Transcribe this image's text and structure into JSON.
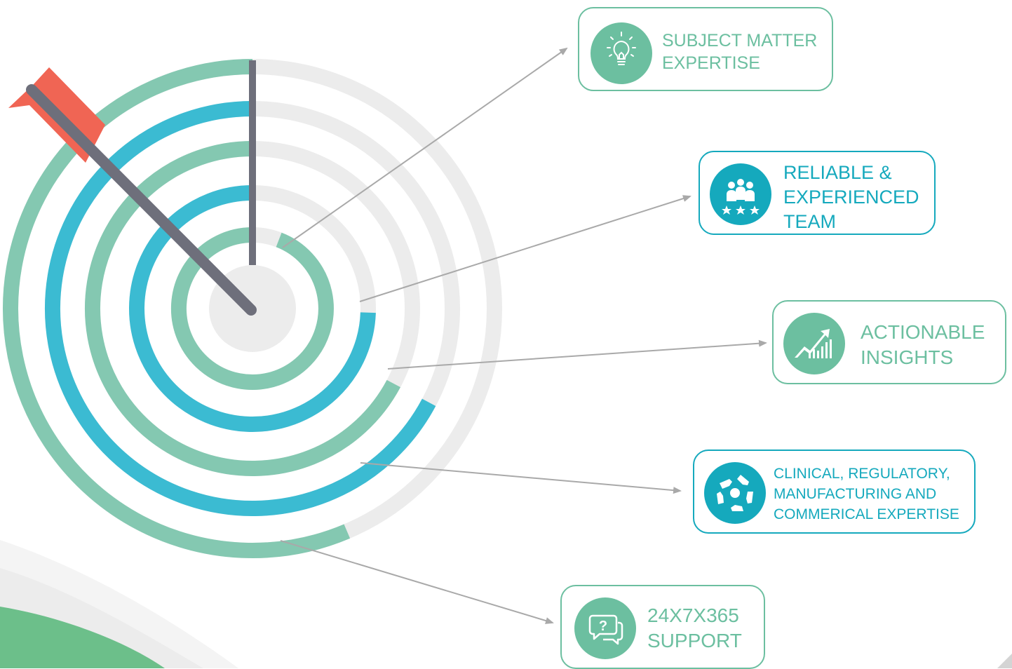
{
  "colors": {
    "green": "#6cbfa0",
    "blue": "#15a9bd",
    "ring_green": "#84c8b1",
    "ring_blue": "#3bbbd2",
    "ring_gray": "#ececec",
    "arrow_shaft": "#6e6f7b",
    "arrow_fletch": "#f06554",
    "connector": "#a9a9a9"
  },
  "cards": [
    {
      "lines": [
        "SUBJECT MATTER",
        "EXPERTISE"
      ],
      "icon": "lightbulb-icon",
      "style": "green"
    },
    {
      "lines": [
        "RELIABLE &",
        "EXPERIENCED",
        "TEAM"
      ],
      "icon": "team-icon",
      "style": "blue"
    },
    {
      "lines": [
        "ACTIONABLE",
        "INSIGHTS"
      ],
      "icon": "growth-chart-icon",
      "style": "green"
    },
    {
      "lines": [
        "CLINICAL, REGULATORY,",
        "MANUFACTURING AND",
        "COMMERICAL EXPERTISE"
      ],
      "icon": "hands-circle-icon",
      "style": "blue"
    },
    {
      "lines": [
        "24x7x365",
        "SUPPORT"
      ],
      "icon": "support-chat-icon",
      "style": "green"
    }
  ]
}
